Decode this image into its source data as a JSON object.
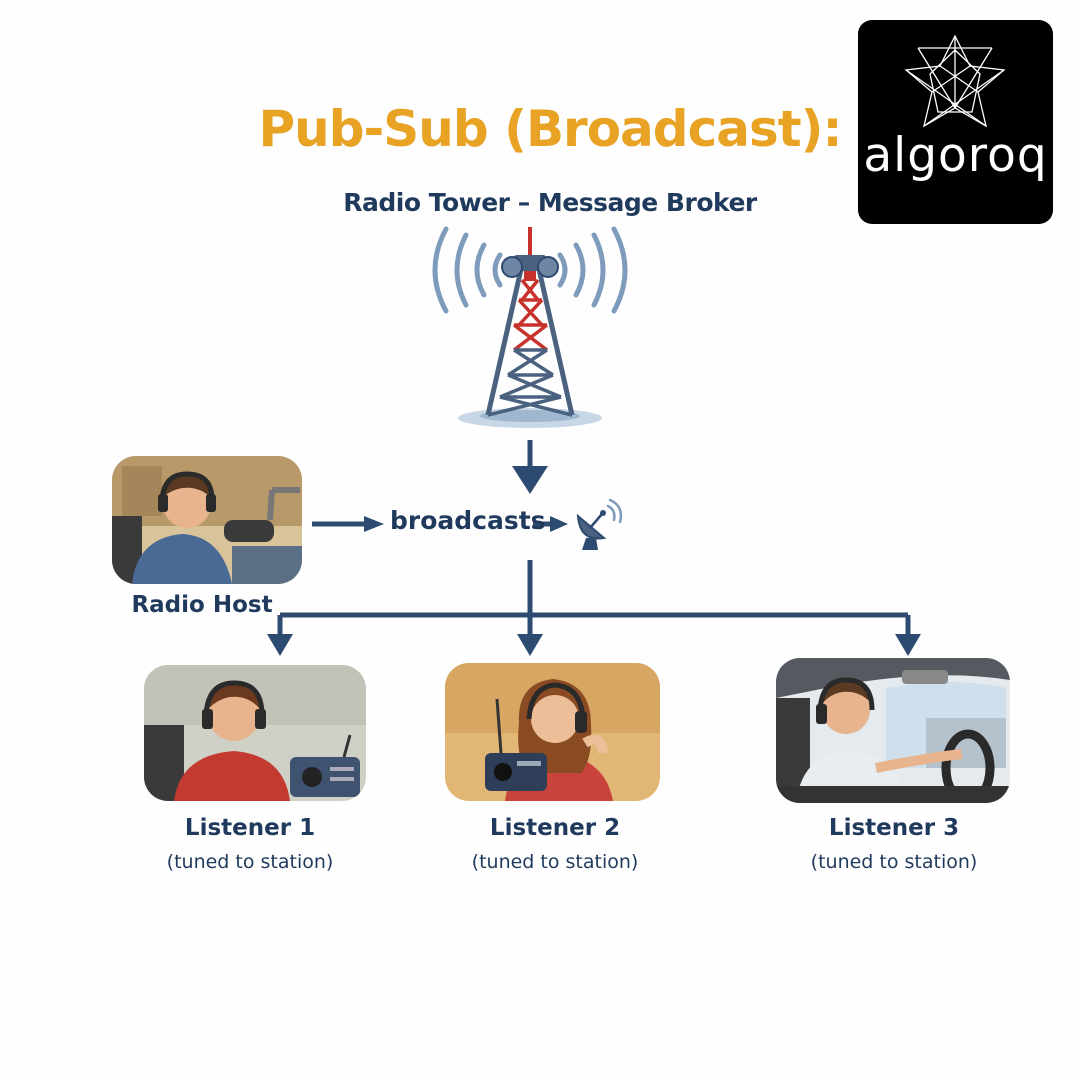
{
  "title": "Pub-Sub (Broadcast):",
  "subtitle": "Radio Tower – Message Broker",
  "logo": {
    "text": "algoroq",
    "icon": "star-polyhedron-icon"
  },
  "broker": {
    "icon": "radio-tower-icon",
    "dish_icon": "satellite-dish-icon"
  },
  "publisher": {
    "label": "Radio Host",
    "edge_label": "broadcasts"
  },
  "subscribers": [
    {
      "label": "Listener 1",
      "status": "(tuned to station)"
    },
    {
      "label": "Listener 2",
      "status": "(tuned to station)"
    },
    {
      "label": "Listener 3",
      "status": "(tuned to station)"
    }
  ],
  "colors": {
    "title": "#e8a325",
    "text": "#1f3a5c",
    "arrow": "#2d4a70",
    "tower_red": "#c8322c",
    "tower_steel": "#4a6280"
  }
}
